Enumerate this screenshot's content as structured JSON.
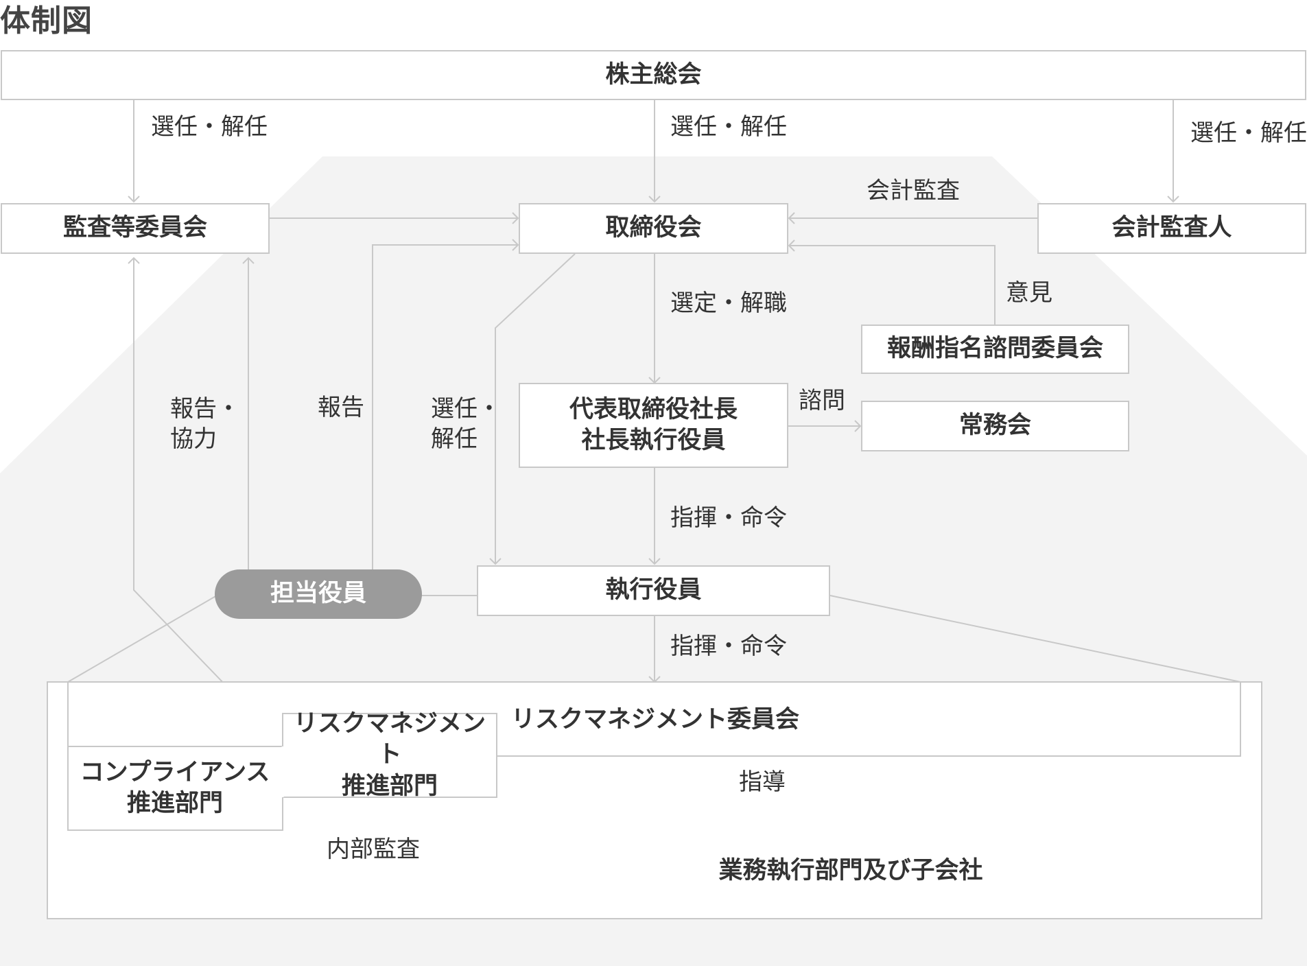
{
  "title": "体制図",
  "colors": {
    "background_band": "#f3f3f3",
    "box_border": "#c8c8c8",
    "line": "#c8c8c8",
    "pill": "#9b9b9b",
    "text": "#333333"
  },
  "nodes": {
    "shareholders": "株主総会",
    "audit_committee": "監査等委員会",
    "board": "取締役会",
    "accounting_auditor": "会計監査人",
    "nomination_committee": "報酬指名諮問委員会",
    "president_line1": "代表取締役社長",
    "president_line2": "社長執行役員",
    "executive_committee": "常務会",
    "officer_in_charge": "担当役員",
    "executive_officers": "執行役員",
    "risk_committee": "リスクマネジメント委員会",
    "risk_dept_line1": "リスクマネジメント",
    "risk_dept_line2": "推進部門",
    "compliance_line1": "コンプライアンス",
    "compliance_line2": "推進部門",
    "business_units": "業務執行部門及び子会社"
  },
  "labels": {
    "elect_dismiss_1": "選任・解任",
    "elect_dismiss_2": "選任・解任",
    "elect_dismiss_3": "選任・解任",
    "accounting_audit": "会計監査",
    "opinion": "意見",
    "select_dismiss": "選定・解職",
    "report_cooperate_1": "報告・",
    "report_cooperate_2": "協力",
    "report": "報告",
    "elect_dismiss_v1": "選任・",
    "elect_dismiss_v2": "解任",
    "consult": "諮問",
    "command_1": "指揮・命令",
    "command_2": "指揮・命令",
    "guidance": "指導",
    "internal_audit": "内部監査"
  }
}
